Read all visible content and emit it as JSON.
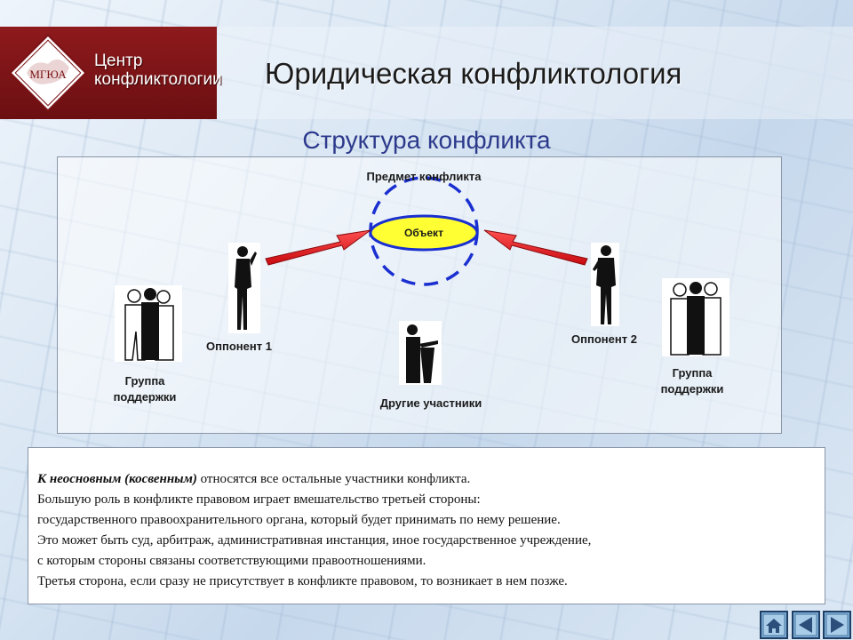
{
  "header": {
    "center_line1": "Центр",
    "center_line2": "конфликтологии",
    "logo_text": "МГЮА",
    "title": "Юридическая конфликтология"
  },
  "slide": {
    "subtitle": "Структура конфликта"
  },
  "diagram": {
    "subject_label": "Предмет конфликта",
    "object_label": "Объект",
    "opponent1_label": "Оппонент 1",
    "opponent2_label": "Оппонент 2",
    "support_left_line1": "Группа",
    "support_left_line2": "поддержки",
    "support_right_line1": "Группа",
    "support_right_line2": "поддержки",
    "others_label": "Другие участники",
    "colors": {
      "ellipse_fill": "#ffff33",
      "dash_circle": "#1a2fd0",
      "arrow": "#e8141a"
    }
  },
  "text_box": {
    "line1_em": "К неосновным (косвенным)",
    "line1_rest": " относятся все остальные участники конфликта.",
    "line2": "Большую роль в конфликте правовом играет вмешательство третьей стороны:",
    "line3": "государственного правоохранительного органа, который будет принимать по нему решение.",
    "line4": "Это может быть суд, арбитраж, административная инстанция, иное государственное учреждение,",
    "line5": "с которым стороны связаны соответствующими правоотношениями.",
    "line6": "Третья сторона, если сразу не присутствует в конфликте правовом, то возникает в нем позже."
  },
  "nav": {
    "home_icon": "home-icon",
    "prev_icon": "triangle-left-icon",
    "next_icon": "triangle-right-icon"
  }
}
